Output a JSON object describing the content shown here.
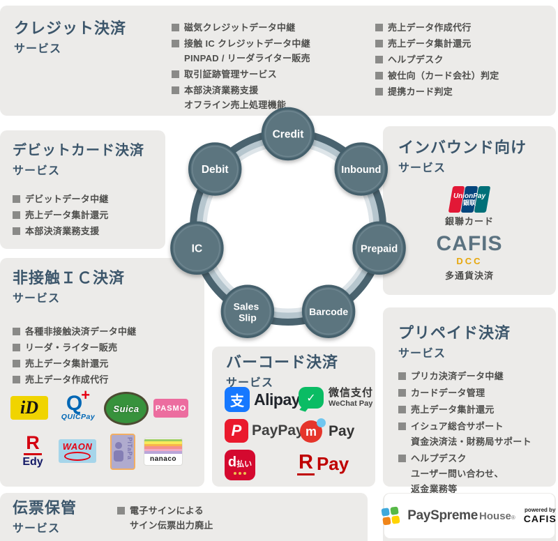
{
  "palette": {
    "block_bg": "#ECEBE9",
    "heading": "#3C566B",
    "body_text": "#4E4E4C",
    "bullet": "#8A8A88",
    "ring_dark": "#4A636F",
    "ring_mid": "#B6C6CE",
    "ring_light": "#DEE5E9",
    "node_fill": "#5C747F",
    "node_stroke": "#45606C",
    "node_text": "#FFFFFF"
  },
  "ring": {
    "nodes": [
      {
        "label": "Credit"
      },
      {
        "label": "Inbound"
      },
      {
        "label": "Prepaid"
      },
      {
        "label": "Barcode"
      },
      {
        "line1": "Sales",
        "line2": "Slip"
      },
      {
        "label": "IC"
      },
      {
        "label": "Debit"
      }
    ]
  },
  "blocks": {
    "credit": {
      "title": "クレジット決済",
      "subtitle": "サービス",
      "col1": [
        {
          "lines": [
            "磁気クレジットデータ中継"
          ]
        },
        {
          "lines": [
            "接触 IC クレジットデータ中継",
            "PINPAD / リーダライター販売"
          ]
        },
        {
          "lines": [
            "取引証跡管理サービス"
          ]
        },
        {
          "lines": [
            "本部決済業務支援",
            "オフライン売上処理機能"
          ]
        }
      ],
      "col2": [
        {
          "lines": [
            "売上データ作成代行"
          ]
        },
        {
          "lines": [
            "売上データ集計還元"
          ]
        },
        {
          "lines": [
            "ヘルプデスク"
          ]
        },
        {
          "lines": [
            "被仕向（カード会社）判定"
          ]
        },
        {
          "lines": [
            "提携カード判定"
          ]
        }
      ]
    },
    "debit": {
      "title": "デビットカード決済",
      "subtitle": "サービス",
      "items": [
        {
          "lines": [
            "デビットデータ中継"
          ]
        },
        {
          "lines": [
            "売上データ集計還元"
          ]
        },
        {
          "lines": [
            "本部決済業務支援"
          ]
        }
      ]
    },
    "contactless": {
      "title": "非接触ＩＣ決済",
      "subtitle": "サービス",
      "items": [
        {
          "lines": [
            "各種非接触決済データ中継"
          ]
        },
        {
          "lines": [
            "リーダ・ライター販売"
          ]
        },
        {
          "lines": [
            "売上データ集計還元"
          ]
        },
        {
          "lines": [
            "売上データ作成代行"
          ]
        }
      ]
    },
    "slip": {
      "title": "伝票保管",
      "subtitle": "サービス",
      "items": [
        {
          "lines": [
            "電子サインによる",
            "サイン伝票出力廃止"
          ]
        }
      ]
    },
    "inbound": {
      "title": "インバウンド向け",
      "subtitle": "サービス",
      "unionpay_caption": "銀聯カード",
      "cafis_caption": "多通貨決済"
    },
    "prepaid": {
      "title": "プリペイド決済",
      "subtitle": "サービス",
      "items": [
        {
          "lines": [
            "プリカ決済データ中継"
          ]
        },
        {
          "lines": [
            "カードデータ管理"
          ]
        },
        {
          "lines": [
            "売上データ集計還元"
          ]
        },
        {
          "lines": [
            "イシュア総合サポート",
            "資金決済法・財務局サポート"
          ]
        },
        {
          "lines": [
            "ヘルプデスク",
            "ユーザー問い合わせ、",
            "返金業務等"
          ]
        }
      ]
    },
    "barcode": {
      "title": "バーコード決済",
      "subtitle": "サービス"
    }
  },
  "logos": {
    "id": "iD",
    "quicpay_q": "Q",
    "quicpay_plus": "+",
    "quicpay": "QUICPay",
    "suica": "Suica",
    "pasmo": "PASMO",
    "edy_r": "R",
    "edy": "Edy",
    "waon": "WAON",
    "pitapa": "PiTaPa",
    "nanaco": "nanaco",
    "alipay_glyph": "支",
    "alipay": "Alipay",
    "wechat_check": "✓",
    "wechat_cn": "微信支付",
    "wechat_en": "WeChat Pay",
    "paypay_glyph": "P",
    "paypay": "PayPay",
    "merpay_glyph": "m",
    "merpay_pay": "Pay",
    "dbarai_d": "d",
    "dbarai_rest": "払い",
    "rpay_r": "R",
    "rpay_pay": "Pay",
    "unionpay_en": "UnionPay",
    "unionpay_cn": "銀联",
    "cafis": "CAFIS",
    "dcc": "DCC"
  },
  "footer": {
    "payspreme": "PaySpreme",
    "house": "House",
    "reg": "®",
    "powered_by": "powered by",
    "cafis": "CAFIS"
  }
}
